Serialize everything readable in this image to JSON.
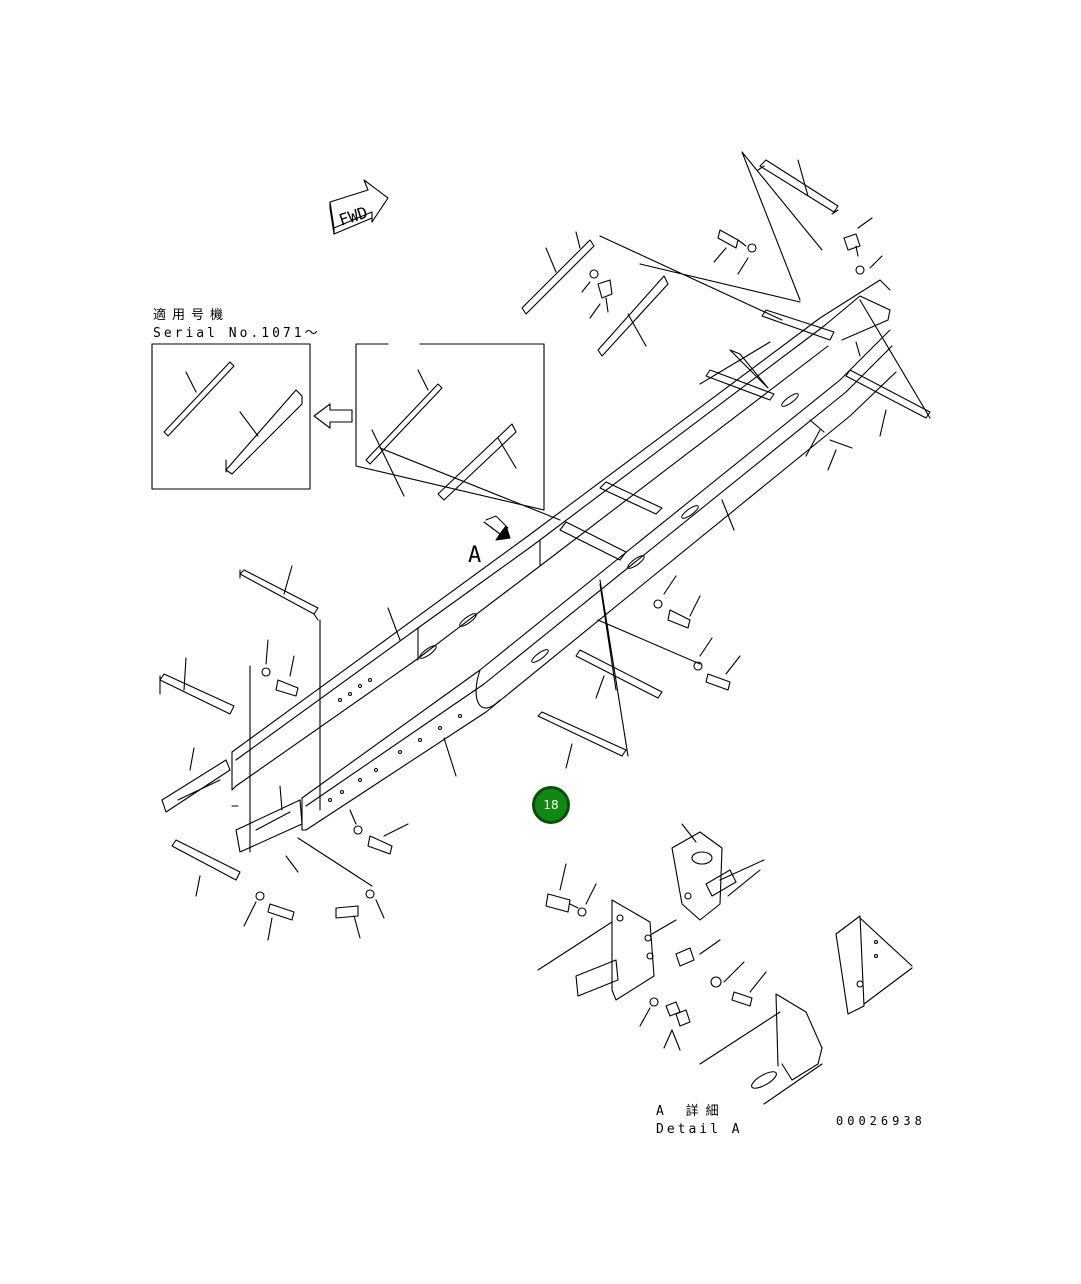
{
  "labels": {
    "fwd_arrow": "FWD",
    "serial_jp": "適用号機",
    "serial_en": "Serial No.1071〜",
    "view_marker": "A",
    "detail_jp": "A 詳細",
    "detail_en": "Detail A",
    "drawing_number": "00026938"
  },
  "hotspot": {
    "label": "18",
    "color": "#118811",
    "border_color": "#0b4d0b"
  },
  "line_color": "#000000",
  "icons": [
    "fwd-arrow-icon",
    "view-direction-arrow-icon",
    "hotspot-callout-icon"
  ]
}
